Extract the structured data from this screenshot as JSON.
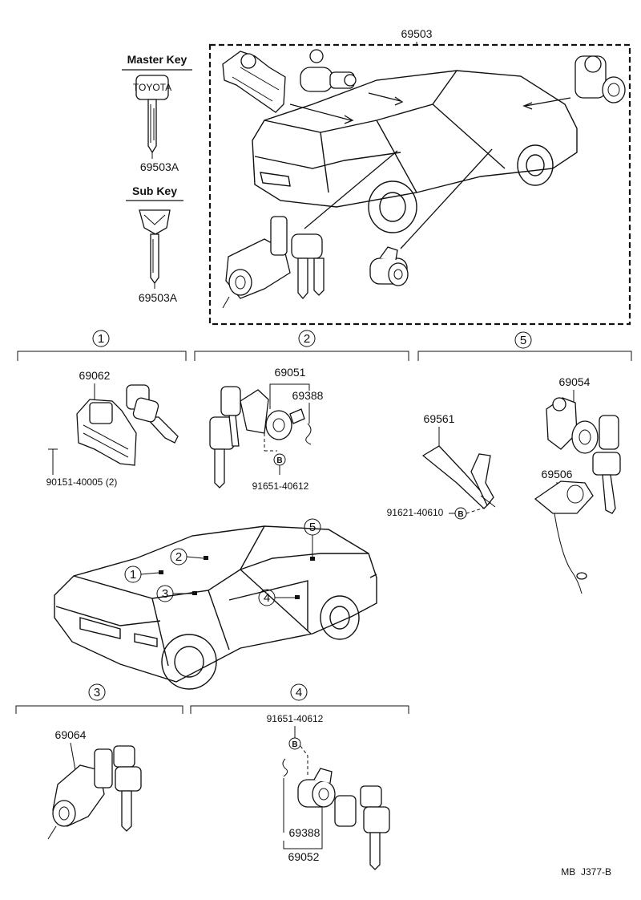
{
  "doc_code": "MB  J377-B",
  "kit": {
    "part_no": "69503"
  },
  "master_key": {
    "label": "Master Key",
    "part_no": "69503A",
    "tag": "TOYOTA"
  },
  "sub_key": {
    "label": "Sub Key",
    "part_no": "69503A"
  },
  "groups": [
    {
      "num": "1",
      "parts": [
        "69062",
        "90151-40005 (2)"
      ]
    },
    {
      "num": "2",
      "parts": [
        "69051",
        "69388",
        "91651-40612"
      ]
    },
    {
      "num": "3",
      "parts": [
        "69064"
      ]
    },
    {
      "num": "4",
      "parts": [
        "91651-40612",
        "69388",
        "69052"
      ]
    },
    {
      "num": "5",
      "parts": [
        "69054",
        "69506",
        "69561",
        "91621-40610"
      ]
    }
  ],
  "car_markers": [
    "1",
    "2",
    "3",
    "4",
    "5"
  ],
  "bolt_symbol": "B"
}
